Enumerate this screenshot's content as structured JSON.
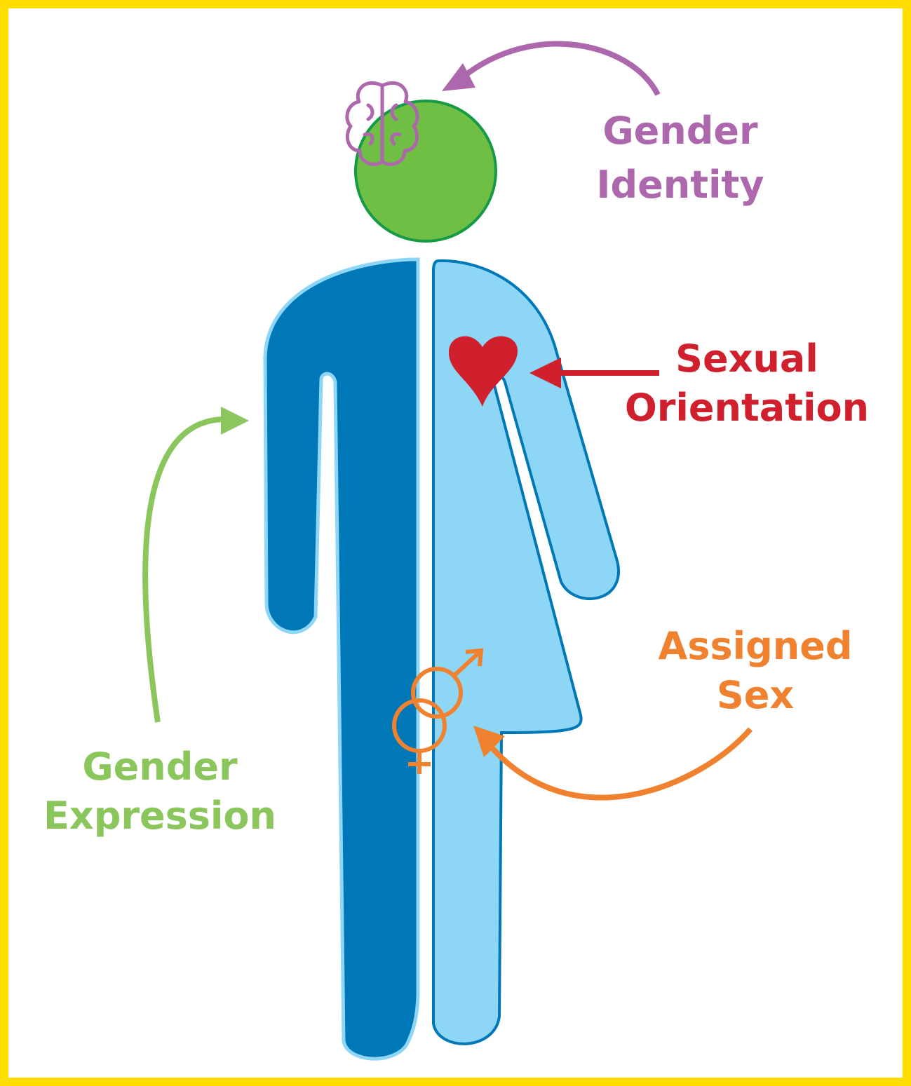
{
  "labels": {
    "gender_identity": [
      "Gender",
      "Identity"
    ],
    "sexual_orientation": [
      "Sexual",
      "Orientation"
    ],
    "assigned_sex": [
      "Assigned",
      "Sex"
    ],
    "gender_expression": [
      "Gender",
      "Expression"
    ]
  },
  "colors": {
    "frame": "#FFDD00",
    "head": "#6FBF44",
    "head_stroke": "#169A46",
    "male_half": "#0078B8",
    "female_half": "#8DD6F5",
    "outline": "#2A8BC9",
    "gender_identity": "#AD67AD",
    "sexual_orientation": "#D0202E",
    "assigned_sex": "#F0812F",
    "gender_expression": "#8AC65B"
  },
  "icons": [
    "brain-icon",
    "heart-icon",
    "male-symbol-icon",
    "female-symbol-icon"
  ]
}
